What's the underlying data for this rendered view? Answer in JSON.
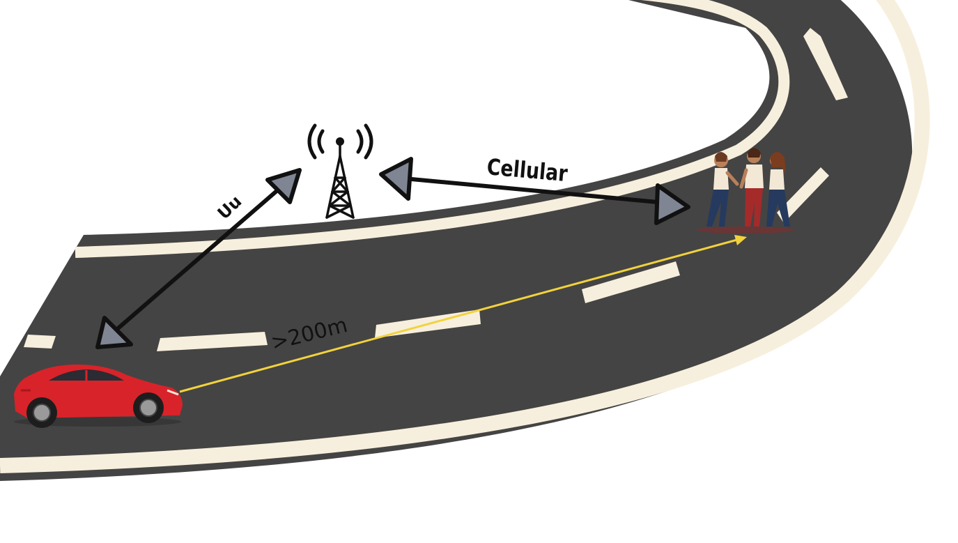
{
  "labels": {
    "uu": "Uu",
    "cellular": "Cellular",
    "distance": ">200m"
  },
  "icons": {
    "tower": "cell-tower-icon",
    "car": "car-icon",
    "pedestrians": "pedestrians-icon"
  },
  "colors": {
    "road": "#444444",
    "road_edge": "#f7efdd",
    "lane_marking": "#f7efdd",
    "link_arrow": "#111111",
    "arrowhead_fill": "#7f8593",
    "distance_line": "#f2d23c",
    "car_body": "#d8232a"
  }
}
